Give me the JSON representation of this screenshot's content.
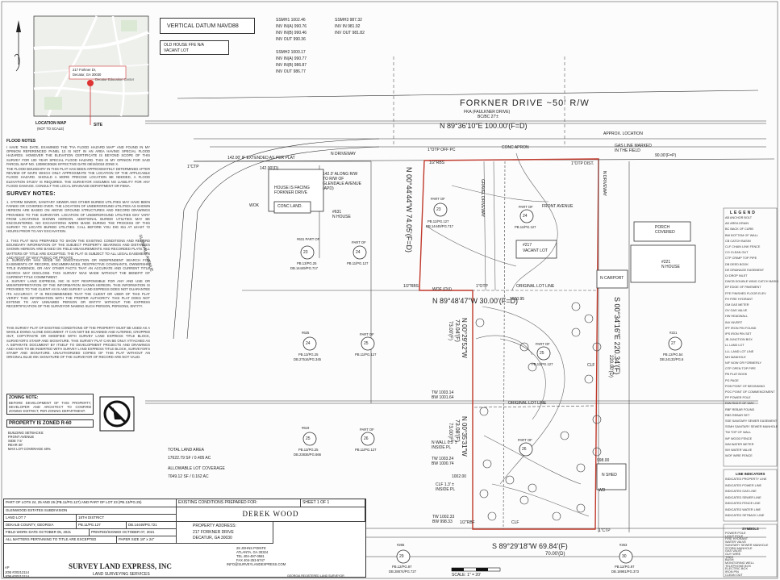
{
  "vertical_datum": "VERTICAL DATUM NAVD88",
  "old_house": {
    "line1": "OLD HOUSE FFE N/A",
    "line2": "VACANT LOT"
  },
  "ssmh1": [
    "SSMH1 1002.46",
    "INV IN(A) 990.76",
    "INV IN(B) 990.46",
    "INV OUT 990.36"
  ],
  "ssmh3": [
    "SSMH3 987.32",
    "INV IN 981.92",
    "INV OUT 981.82"
  ],
  "ssmh2": [
    "SSMH2 1000.17",
    "INV IN(A) 990.77",
    "INV IN(B) 986.87",
    "INV OUT 986.77"
  ],
  "location_map": {
    "title": "LOCATION MAP",
    "subtitle": "(NOT TO SCALE)",
    "site": "SITE",
    "address_line1": "217 Forkner Dr,",
    "address_line2": "Decatur, GA 30030",
    "poi": "Decatur Education Center"
  },
  "flood_notes": {
    "heading": "FLOOD NOTES",
    "p1": "I HAVE THIS DATE, EXAMINED THE \"FIA FLOOD HAZARD MAP\" AND FOUND IN MY OPINION REFERENCED PANEL 13 IS NOT IN AN AREA HAVING SPECIAL FLOOD HAZARDS. HOWEVER THE ELEVATION CERTIFICATE IS BEYOND SCOPE OF THIS SURVEY FOR 100 YEAR SPECIAL FLOOD HAZARD. THIS IS MY OPINION FOR SAID PARCEL MAP NO. 13089C0062K EFFECTIVE DATE 08/15/2019 ZONE X.",
    "p2": "THE FLOOD BOUNDARY IN THIS PLAT HAS BEEN APPROXIMATELY DETERMINED AFTER REVIEW OF MAPS WHICH ONLY APPROXIMATE THE LOCATION OF THE APPLICABLE FLOOD HAZARD. SHOULD A MORE PRECISE LOCATION BE NEEDED, A FLOOD ELEVATION STUDY IS REQUIRED. THE SURVEYOR ASSUMES NO LIABILITY FOR ANY FLOOD DAMAGE. CONSULT THE LOCAL DRAINAGE DEPARTMENT OR FEMA."
  },
  "survey_notes": {
    "heading": "SURVEY NOTES:",
    "p1": "1. STORM SEWER, SANITARY SEWER AND OTHER BURIED UTILITIES MAY HAVE BEEN FAINED OR COVERED OVER. THE LOCATION OF UNDERGROUND UTILITIES AS SHOWN HEREON ARE BASED ON ABOVE GROUND STRUCTURES AND RECORD DRAWINGS PROVIDED TO THE SURVEYOR. LOCATION OF UNDERGROUND UTILITIES MAY VARY FROM LOCATIONS SHOWN HEREON. ADDITIONAL BURIED UTILITIES MAY BE ENCOUNTERED. NO EXCAVATIONS WERE MADE DURING THE PROCESS OF THIS SURVEY TO LOCATE BURIED UTILITIES. CALL BEFORE YOU DIG 811 AT LEAST 72 HOURS PRIOR TO ANY EXCAVATION.",
    "p2": "2. THIS PLAT WAS PREPARED TO SHOW THE EXISTING CONDITIONS AND RECORD BOUNDARY INFORMATION OF THE SUBJECT PROPERTY. BEARINGS AND DISTANCES SHOWN HEREON ARE BASED ON FIELD MEASUREMENTS AND RECORDED PLATS. ALL MATTERS OF TITLE ARE EXCEPTED. THE PLAT IS SUBJECT TO ALL LEGAL EASEMENTS AND RIGHT OF WAY PUBLIC OR PRIVATE.",
    "p3": "3. SURVEYOR HAS MADE NO INVESTIGATION OR INDEPENDENT SEARCH FOR EASEMENTS OF RECORD, ENCUMBRANCES, RESTRICTIVE COVENANTS, OWNERSHIP TITLE EVIDENCE, OR ANY OTHER FACTS THAT AN ACCURATE AND CURRENT TITLE SEARCH MAY DISCLOSE. THIS SURVEY WAS MADE WITHOUT THE BENEFIT OF CURRENT TITLE COMMITMENT.",
    "p4": "4. SURVEY LAND EXPRESS, INC IS NOT RESPONSIBLE FOR ANY AND USE OR MISINTERPRETATION OF THE INFORMATION SHOWN HEREON. THIS INFORMATION IS PROVIDED TO THE CLIENT AS IS AND SURVEY LAND EXPRESS DOES NOT GUARANTEE ITS ACCURACY. IT IS RECOMMENDED THAT THE CLIENT OR USER OF THIS PLAT VERIFY THIS INFORMATION WITH THE PROPER AUTHORITY. THIS PLAT DOES NOT EXTEND TO ANY UNNAMED PERSON OR ENTITY WITHOUT THE EXPRESS RECERTIFICATION OF THE SURVEYOR NAMING SUCH PERSON, PERSONS, ENTITY."
  },
  "validity_note": "THIS SURVEY PLAT OF EXISTING CONDITIONS OF THE PROPERTY MUST BE USED AS A WHOLE DOING ALONE DOCUMENT. IT CAN NOT BE SCANNED AND ALTERED, CROPPED OUT, COPY/PASTE OR MODIFIED WITH SURVEY LAND EXPRESS TITLE BLOCK, SURVEYOR'S STAMP AND SIGNATURE. THIS SURVEY PLAT CAN BE ONLY ATTACHED AS A SEPARATE DOCUMENT BY ITSELF TO DEVELOPMENT PROJECTS AND DRAWINGS AND HAVE TO BE INSERTED WITH SURVEY LAND EXPRESS TITLE BLOCK, SURVEYOR'S STAMP AND SIGNATURE. UNAUTHORIZED COPIES OF THIS PLAT WITHOUT AN ORIGINAL BLUE INK SIGNATURE OF THE SURVEYOR OF RECORD ARE NOT VALID.",
  "zoning": {
    "heading": "ZONING NOTE:",
    "text": "BEFORE DEVELOPMENT OF THIS PROPERTY, DEVELOPER AND ARCHITECT TO CONFIRM ZONING DISTRICT, PER ZONING DEPARTMENT.",
    "zoned": "PROPERTY IS ZONED R-60",
    "setbacks": [
      "BUILDING SETBACKS:",
      "FRONT AVENUE",
      "SIDE 7.5'",
      "REAR 30'",
      "MAX LOT COVERAGE 40%"
    ]
  },
  "totals": {
    "land_area_label": "TOTAL LAND AREA",
    "land_area_value": "17622.79 SF / 0.405 AC",
    "coverage_label": "ALLOWABLE LOT COVERAGE",
    "coverage_value": "7049.12 SF / 0.162 AC"
  },
  "streets": {
    "forkner": "FORKNER DRIVE",
    "forkner_rw": "~50' R/W",
    "fka": "FKA (FAULKNER DRIVE)",
    "bcbc": "BC/BC 27'±",
    "glendale": "GLENDALE AVENUE",
    "front_avenue": "FRONT AVENUE",
    "driveway": "N DRIVEWAY"
  },
  "bearings": {
    "north": "N 89°36'10\"E 100.00'(F=D)",
    "west_upper": "N 00°44'44\"W 74.05'(F=D)",
    "middle": "N 89°48'47\"W 30.00'(F=D)",
    "west_mid_a": "N 00°29'52\"W",
    "west_mid_b": "73.04'(F)",
    "west_mid_c": "73.00'(F)",
    "west_low_a": "N 00°35'31\"W",
    "west_low_b": "73.08'(F)",
    "west_low_c": "73.00'(F)",
    "east_a": "S 00°34'16\"E 220.34'(F)",
    "east_b": "220.00'(D)",
    "south_a": "S 89°29'18\"W 69.84'(F)",
    "south_b": "70.00'(D)"
  },
  "map_labels": {
    "extended": "142.00' IF EXTENDED AS PER PLAT",
    "d142": "142.00'(D)",
    "along_rw": [
      "142.0' ALONG R/W",
      "TO R/W OF",
      "GLENDALE AVENUE",
      "(APD)"
    ],
    "gas_line": [
      "GAS LINE MARKED",
      "IN THE FIELD"
    ],
    "d90": "90.00'(F=P)",
    "approx": "APPROX. LOCATION",
    "house_facing": [
      "HOUSE IS FACING",
      "FORKNER DRIVE"
    ],
    "house631": [
      "#631",
      "N HOUSE"
    ],
    "porch": [
      "PORCH",
      "COVERED"
    ],
    "house221": [
      "#221",
      "N HOUSE"
    ],
    "vacant": [
      "#217",
      "VACANT LOT"
    ],
    "carport": "N CARPORT",
    "shed": "N SHED",
    "conc_land": "CONC LAND.",
    "gravel": "GRAVEL DRIVEWAY",
    "original_line": "ORIGINAL LOT LINE",
    "wok": "WOK",
    "conc_apron": "CONC APRON",
    "otp_offpc": "1\"OTP OFF PC",
    "rbs": "1/2\"RBS",
    "otp": "1\"OTP",
    "otp_dist": "1\"OTP DIST.",
    "ctp": "1\"CTP",
    "rbf": "1/2\"RBF",
    "wof": "WOF (OU)",
    "clf": "CLF",
    "wd": "WD",
    "tw1": "TW 1003.14",
    "bw1": "BW 1001.64",
    "nwall": "N WALL 0.3' ±",
    "inside": "INSIDE PL",
    "tw2": "TW 1003.24",
    "bw2": "BW 1000.74",
    "tw3": "TW 1002.33",
    "bw3": "BW 998.33",
    "clf13": "CLF 1.3' ±",
    "d1000": "1000.95",
    "d998": "998.00",
    "e1002": "1002.00"
  },
  "lots": [
    {
      "num": "23",
      "part": "PART OF",
      "pb": "PB.11/PG.127",
      "db": "DB.14449/PG.717"
    },
    {
      "num": "24",
      "part": "PART OF",
      "pb": "PB.11/PG.127",
      "db": ""
    },
    {
      "num": "25",
      "part": "PART OF",
      "pb": "PB.11/PG.127",
      "db": ""
    },
    {
      "num": "26",
      "part": "PART OF",
      "pb": "",
      "db": ""
    },
    {
      "num": "23",
      "part": "#631 PART OF",
      "pb": "PB.13/PG.25",
      "db": "DB.14449/PG.717"
    },
    {
      "num": "24",
      "part": "PART OF",
      "pb": "PB.11/PG.127",
      "db": ""
    },
    {
      "num": "24",
      "part": "#625",
      "pb": "PB.13/PG.25",
      "db": "DB.27516/PG.345"
    },
    {
      "num": "25",
      "part": "PART OF",
      "pb": "PB.11/PG.127",
      "db": ""
    },
    {
      "num": "25",
      "part": "#619",
      "pb": "PB.13/PG.25",
      "db": "DB.23836/PG.666"
    },
    {
      "num": "26",
      "part": "PART OF",
      "pb": "PB.11/PG.127",
      "db": ""
    },
    {
      "num": "27",
      "part": "#221",
      "pb": "PB.12/PG.54",
      "db": "DB.24133/PG.6"
    },
    {
      "num": "29",
      "part": "#265",
      "pb": "PB.12/PG.97",
      "db": "DB.28874/PG.727"
    },
    {
      "num": "30",
      "part": "#263",
      "pb": "PB.12/PG.97",
      "db": "DB.18981/PG.373"
    }
  ],
  "legend": {
    "heading": "LEGEND",
    "items": [
      "AB ANCHOR BOLT",
      "AD AREA DRAIN",
      "BC BACK OF CURB",
      "BW BOTTOM OF WALL",
      "CB CATCH BASIN",
      "CLF CHAIN LINK FENCE",
      "CO CLEAN OUT",
      "CTP CRIMP TOP PIPE",
      "DB DEED BOOK",
      "DE DRAINAGE EASEMENT",
      "DI DROP INLET",
      "DWCB DOUBLE WING CATCH BASIN",
      "EP EDGE OF PAVEMENT",
      "FFE FINISHED FLOOR ELEV",
      "FH FIRE HYDRANT",
      "GM GAS METER",
      "GV GAS VALVE",
      "HW HEADWALL",
      "INV INVERT",
      "IPF IRON PIN FOUND",
      "IPS IRON PIN SET",
      "JB JUNCTION BOX",
      "LL LAND LOT",
      "LLL LAND LOT LINE",
      "MH MANHOLE",
      "N/F NOW OR FORMERLY",
      "OTP OPEN TOP PIPE",
      "PB PLAT BOOK",
      "PG PAGE",
      "POB POINT OF BEGINNING",
      "POC POINT OF COMMENCEMENT",
      "PP POWER POLE",
      "R/W RIGHT OF WAY",
      "RBF REBAR FOUND",
      "RBS REBAR SET",
      "SSE SANITARY SEWER EASEMENT",
      "SSMH SANITARY SEWER MANHOLE",
      "TW TOP OF WALL",
      "WF WOOD FENCE",
      "WM WATER METER",
      "WV WATER VALVE",
      "WOF WIRE FENCE"
    ]
  },
  "line_indicators": {
    "heading": "LINE INDICATORS",
    "items": [
      "INDICATED PROPERTY LINE",
      "INDICATED POWER LINE",
      "INDICATED GAS LINE",
      "INDICATED SEWER LINE",
      "INDICATED FENCE LINE",
      "INDICATED WATER LINE",
      "INDICATED SETBACK LINE"
    ]
  },
  "symbols": {
    "heading": "SYMBOLS",
    "items": [
      "POWER POLE",
      "LIGHT POLE",
      "FIRE HYDRANT",
      "WATER VALVE",
      "SANITARY SEWER MANHOLE",
      "STORM MANHOLE",
      "GAS VALVE",
      "GUY WIRE",
      "TREE",
      "BUSH",
      "MONITORING WELL",
      "TELEPHONE BOX",
      "ELECTRIC BOX",
      "IRON PIN",
      "CLEAN OUT"
    ]
  },
  "title_block": {
    "lots_desc": "PART OF LOTS 24, 25 AND 26 (PB.11/PG.127) AND PART OF LOT 23 (PB.13/PG.25)",
    "subdivision": "GLENWOOD ESTATES SUBDIVISION",
    "land_lot": "LAND LOT 7",
    "district": "18TH DISTRICT",
    "county": "DEKALB COUNTY, GEORGIA",
    "pb": "PB.11/PG.127",
    "db": "DB.14449/PG.721",
    "field_work": "FIELD WORK DATE OCTOBER 05, 2021",
    "printed": "PRINTED/SIGNED OCTOBER 07, 2021",
    "matters": "ALL MATTERS PERTAINING TO TITLE ARE EXCEPTED",
    "paper": "PAPER SIZE 18\" x 24\"",
    "existing": "EXISTING CONDITIONS PREPARED FOR:",
    "sheet": "SHEET 1 OF 1",
    "client": "DEREK WOOD",
    "prop_addr_label": "PROPERTY ADDRESS:",
    "prop_addr1": "217 FORKNER DRIVE",
    "prop_addr2": "DECATUR, GA 30030",
    "company": "SURVEY LAND EXPRESS, INC",
    "company_sub": "LAND SURVEYING SERVICES",
    "contact": [
      "28 JOHNS POINTE",
      "ATLANTA, GA 30324",
      "TEL 404-497-0581",
      "FAX 404-253-5747",
      "INFO@SURVEYLANDEXPRESS.COM"
    ],
    "job": "JOB #20212114",
    "ap": "AP",
    "scale": "SCALE: 1\" = 20'",
    "seal_text": "GEORGIA REGISTERED LAND SURVEYOR"
  }
}
